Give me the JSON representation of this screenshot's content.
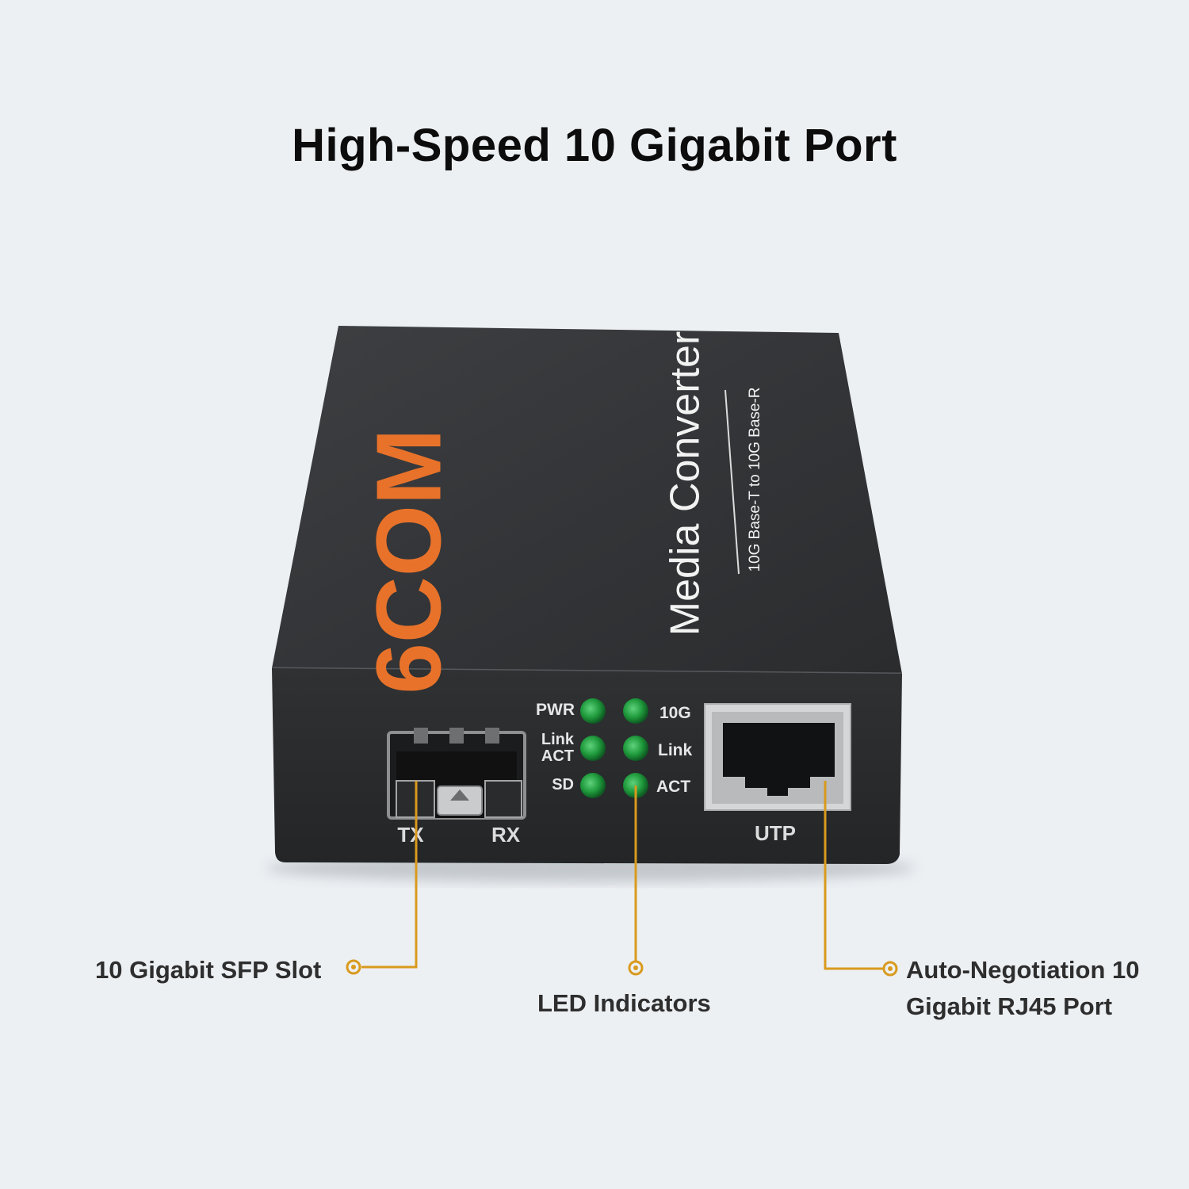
{
  "headline": "High-Speed 10 Gigabit Port",
  "device": {
    "brand": "6COM",
    "product_name": "Media Converter",
    "product_subtitle": "10G Base-T to 10G Base-R",
    "led_labels": {
      "pwr": "PWR",
      "link_act_line1": "Link",
      "link_act_line2": "ACT",
      "sd": "SD",
      "g10": "10G",
      "link": "Link",
      "act": "ACT"
    },
    "sfp_labels": {
      "tx": "TX",
      "rx": "RX"
    },
    "rj45_label": "UTP"
  },
  "callouts": {
    "sfp_slot": "10 Gigabit SFP Slot",
    "led_indicators": "LED Indicators",
    "rj45_line1": "Auto-Negotiation 10",
    "rj45_line2": "Gigabit RJ45 Port"
  },
  "colors": {
    "background": "#edf0f3",
    "chassis": "#2d2f31",
    "brand_orange": "#e8722a",
    "callout_line": "#d99a1e",
    "led_green": "#1f9a3c"
  }
}
